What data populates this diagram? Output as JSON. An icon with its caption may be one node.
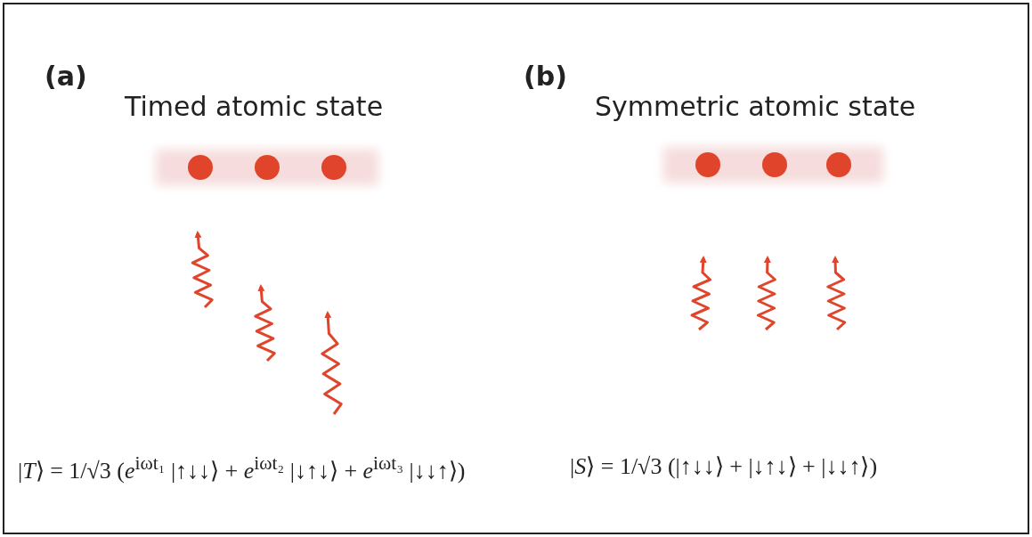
{
  "diagram": {
    "labels": [
      "(a)",
      "Timed atomic state",
      "(b)",
      "Symmetric atomic state",
      "|*T*⟩ = 1/√3 (*e*$^{iωt₁}$ |↑↓↓⟩ + *e*$^{iωt₂}$ |↓↑↓⟩ + *e*$^{iωt₃}$ |↓↓↑⟩)",
      "|*S*⟩ = 1/√3 (|↑↓↓⟩ + |↓↑↓⟩ + |↓↓↑⟩)"
    ]
  }
}
